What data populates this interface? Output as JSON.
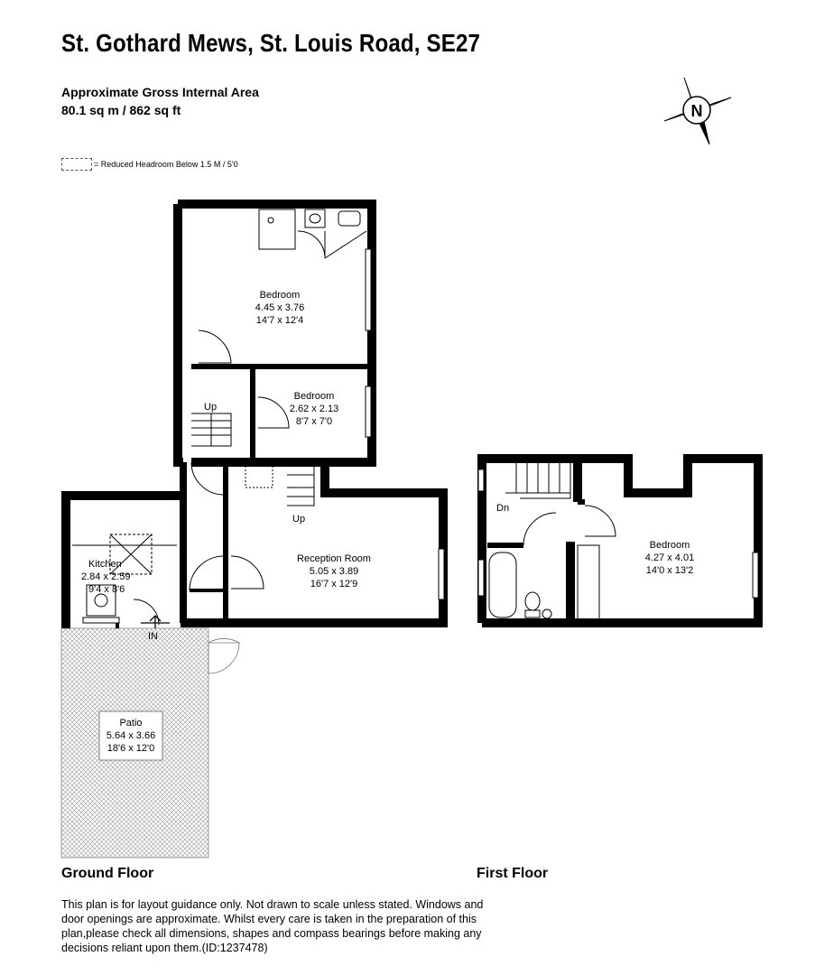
{
  "header": {
    "title": "St. Gothard Mews, St. Louis Road, SE27",
    "area_label": "Approximate Gross Internal Area",
    "area_value": "80.1 sq m / 862 sq ft"
  },
  "legend": {
    "prefix": "=",
    "text": "Reduced Headroom Below 1.5 M / 5'0"
  },
  "compass": {
    "letter": "N"
  },
  "floors": {
    "ground_label": "Ground Floor",
    "first_label": "First Floor"
  },
  "rooms": {
    "bedroom_a": {
      "name": "Bedroom",
      "metric": "4.45 x 3.76",
      "imperial": "14'7 x 12'4"
    },
    "bedroom_b": {
      "name": "Bedroom",
      "metric": "2.62 x 2.13",
      "imperial": "8'7 x 7'0"
    },
    "kitchen": {
      "name": "Kitchen",
      "metric": "2.84 x 2.59",
      "imperial": "9'4 x 8'6"
    },
    "reception": {
      "name": "Reception Room",
      "metric": "5.05 x 3.89",
      "imperial": "16'7 x 12'9"
    },
    "patio": {
      "name": "Patio",
      "metric": "5.64 x 3.66",
      "imperial": "18'6 x 12'0"
    },
    "bedroom_c": {
      "name": "Bedroom",
      "metric": "4.27 x 4.01",
      "imperial": "14'0 x 13'2"
    }
  },
  "markers": {
    "up_1": "Up",
    "up_2": "Up",
    "down": "Dn",
    "entrance": "IN"
  },
  "disclaimer": "This plan is for layout guidance only. Not drawn to scale unless stated. Windows and door openings are approximate. Whilst every care is taken in the preparation of this plan,please check all dimensions, shapes and compass bearings before making any decisions reliant upon them.(ID:1237478)"
}
